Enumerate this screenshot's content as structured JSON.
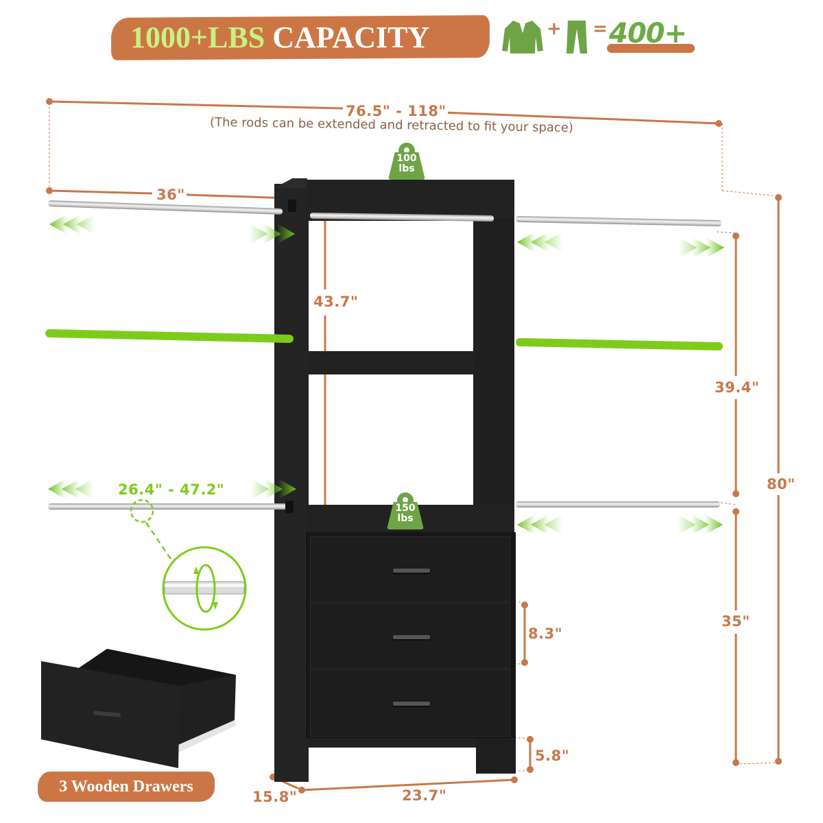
{
  "header": {
    "banner_highlight": "1000+LBS",
    "banner_text": "CAPACITY",
    "icons": [
      "jacket-icon",
      "pants-icon"
    ],
    "plus": "+",
    "equals": "=",
    "clothes_count": "400+"
  },
  "dimensions": {
    "total_width": "76.5\" - 118\"",
    "total_width_note": "(The rods can be extended and retracted to fit your space)",
    "top_left_rod": "36\"",
    "upper_opening_height": "43.7\"",
    "adjustable_rod": "26.4\" - 47.2\"",
    "upper_rod_gap": "39.4\"",
    "total_height": "80\"",
    "lower_rod_height": "35\"",
    "drawer_height": "8.3\"",
    "base_height": "5.8\"",
    "depth": "15.8\"",
    "width": "23.7\""
  },
  "capacity_badges": {
    "top_shelf": {
      "value": "100",
      "unit": "lbs"
    },
    "drawer_top": {
      "value": "150",
      "unit": "lbs"
    }
  },
  "drawer_callout": {
    "label": "3 Wooden Drawers"
  },
  "colors": {
    "accent_orange": "#cd7645",
    "accent_green": "#6ea446",
    "bright_green": "#7dcc1a",
    "lime_text": "#c7f282",
    "cabinet_black": "#1b1b1b"
  }
}
